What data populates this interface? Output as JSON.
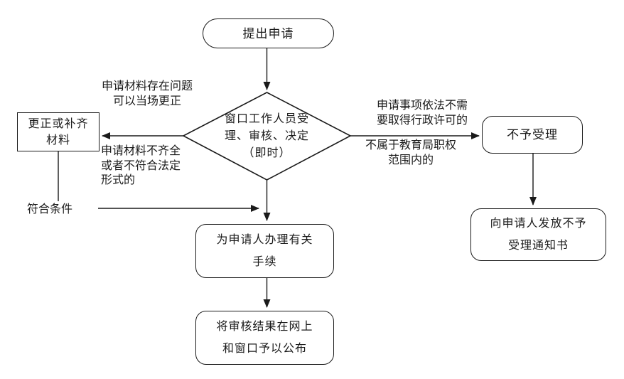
{
  "meta": {
    "background": "#ffffff",
    "line_color": "#1a1a1a",
    "text_color": "#1a1a1a"
  },
  "flowchart": {
    "nodes": {
      "start": {
        "label": "提出申请"
      },
      "decision": {
        "lines": [
          "窗口工作人员受",
          "理、审核、决定",
          "（即时）"
        ]
      },
      "correct": {
        "lines": [
          "更正或补齐",
          "材料"
        ]
      },
      "reject": {
        "label": "不予受理"
      },
      "notice": {
        "lines": [
          "向申请人发放不予",
          "受理通知书"
        ]
      },
      "process": {
        "lines": [
          "为申请人办理有关",
          "手续"
        ]
      },
      "publish": {
        "lines": [
          "将审核结果在网上",
          "和窗口予以公布"
        ]
      }
    },
    "labels": {
      "problem": {
        "lines": [
          "申请材料存在问题",
          "可以当场更正"
        ]
      },
      "incomplete": {
        "lines": [
          "申请材料不齐全",
          "或者不符合法定",
          "形式的"
        ]
      },
      "qualify": {
        "label": "符合条件"
      },
      "no_permit": {
        "lines": [
          "申请事项依法不需",
          "要取得行政许可的"
        ]
      },
      "not_scope": {
        "lines": [
          "不属于教育局职权",
          "范围内的"
        ]
      }
    }
  }
}
